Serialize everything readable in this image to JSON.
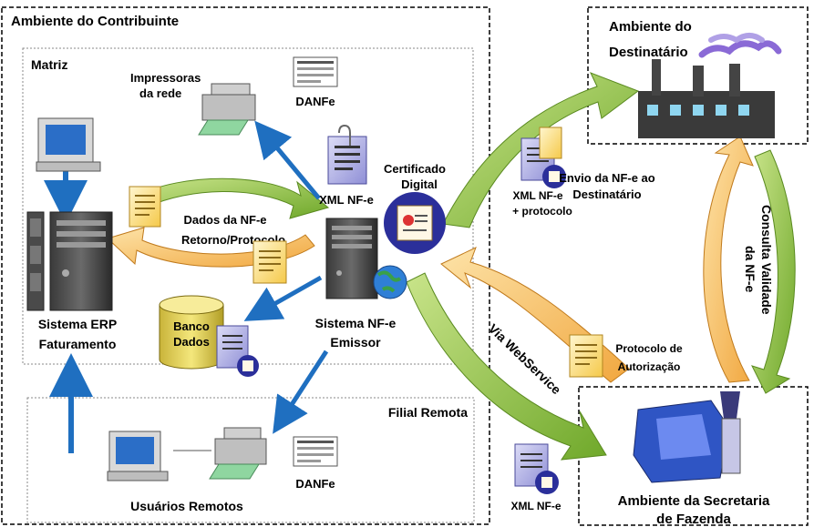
{
  "regions": {
    "contribuinte": "Ambiente do Contribuinte",
    "matriz": "Matriz",
    "filial": "Filial Remota",
    "destinatario_line1": "Ambiente do",
    "destinatario_line2": "Destinatário",
    "sefaz_line1": "Ambiente da Secretaria",
    "sefaz_line2": "de Fazenda"
  },
  "labels": {
    "impressoras_line1": "Impressoras",
    "impressoras_line2": "da rede",
    "danfe_top": "DANFe",
    "danfe_bottom": "DANFe",
    "xml_nfe_center": "XML NF-e",
    "certificado_line1": "Certificado",
    "certificado_line2": "Digital",
    "dados_nfe": "Dados da NF-e",
    "retorno_protocolo": "Retorno/Protocolo",
    "erp_line1": "Sistema ERP",
    "erp_line2": "Faturamento",
    "banco_line1": "Banco",
    "banco_line2": "Dados",
    "nfe_line1": "Sistema NF-e",
    "nfe_line2": "Emissor",
    "usuarios": "Usuários  Remotos",
    "xml_protocolo_line1": "XML NF-e",
    "xml_protocolo_line2": "+ protocolo",
    "envio_line1": "Envio da NF-e ao",
    "envio_line2": "Destinatário",
    "consulta_line1": "Consulta Validade",
    "consulta_line2": "da NF-e",
    "via_webservice": "Via WebService",
    "protocolo_line1": "Protocolo de",
    "protocolo_line2": "Autorização",
    "xml_nfe_bottom": "XML NF-e"
  }
}
